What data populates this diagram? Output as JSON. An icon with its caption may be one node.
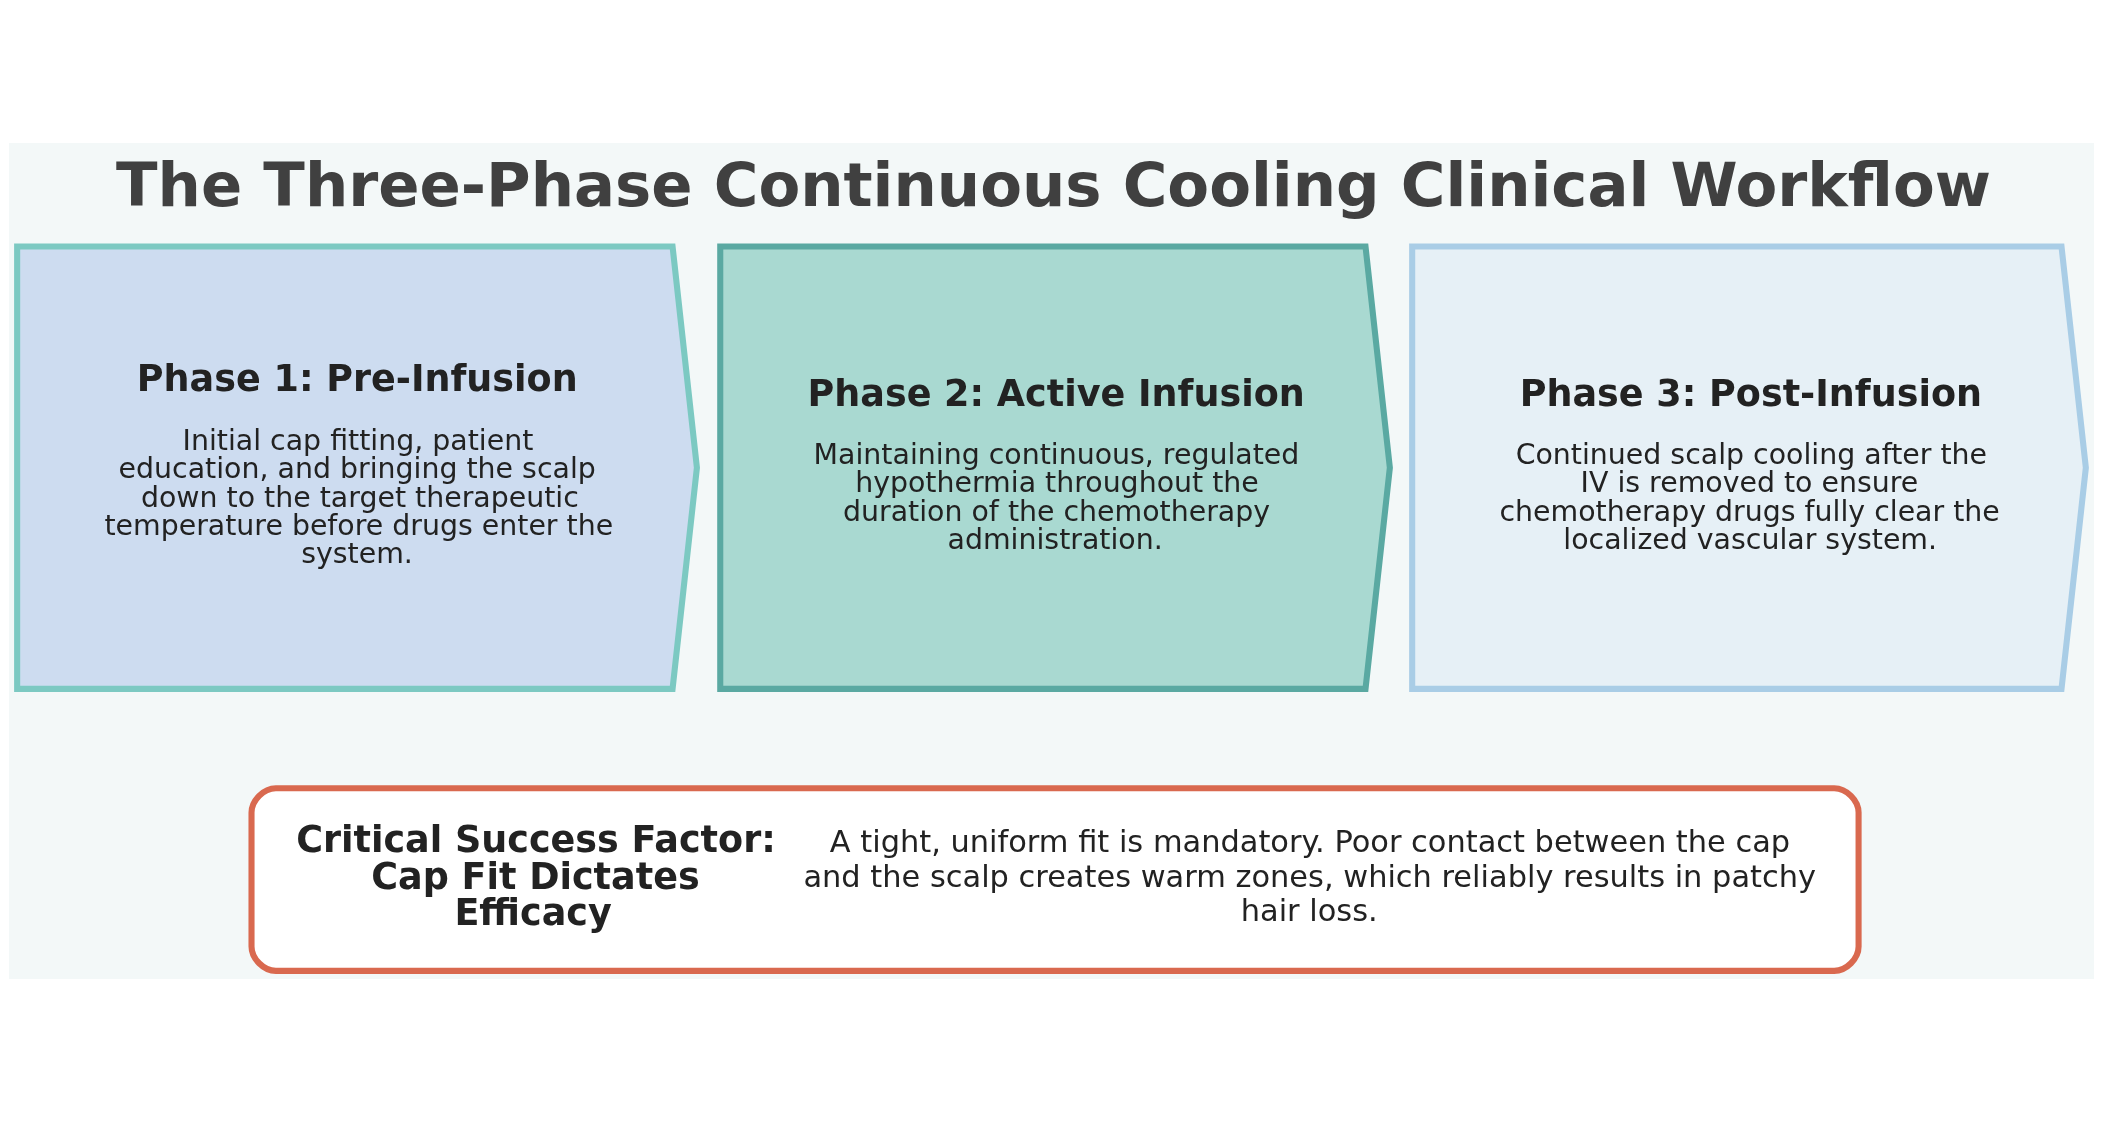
{
  "diagram": {
    "title": "The Three-Phase Continuous Cooling Clinical Workflow",
    "nodes": [
      {
        "text": [
          "Phase 1: Pre-Infusion",
          "Initial cap fitting, patient education, and bringing the scalp down to the target therapeutic temperature before drugs enter the system."
        ]
      },
      {
        "text": [
          "Phase 2: Active Infusion",
          "Maintaining continuous, regulated hypothermia throughout the duration of the chemotherapy administration."
        ]
      },
      {
        "text": [
          "Phase 3: Post-Infusion",
          "Continued scalp cooling after the IV is removed to ensure chemotherapy drugs fully clear the localized vascular system."
        ]
      },
      {
        "text": [
          "Critical Success Factor: Cap Fit Dictates Efficacy",
          "A tight, uniform fit is mandatory. Poor contact between the cap and the scalp creates warm zones, which reliably results in patchy hair loss."
        ]
      }
    ],
    "edges": []
  }
}
